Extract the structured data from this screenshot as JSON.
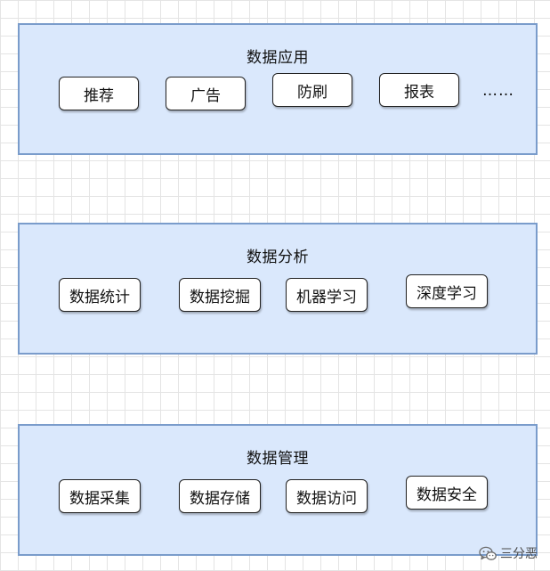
{
  "layers": [
    {
      "title": "数据应用",
      "nodes": [
        "推荐",
        "广告",
        "防刷",
        "报表"
      ],
      "more": "……"
    },
    {
      "title": "数据分析",
      "nodes": [
        "数据统计",
        "数据挖掘",
        "机器学习",
        "深度学习"
      ]
    },
    {
      "title": "数据管理",
      "nodes": [
        "数据采集",
        "数据存储",
        "数据访问",
        "数据安全"
      ]
    }
  ],
  "watermark": {
    "text": "三分恶",
    "icon": "wechat-icon"
  },
  "colors": {
    "layer_fill": "#dae8fc",
    "layer_border": "#7a9ccb",
    "node_fill": "#ffffff",
    "node_border": "#222222",
    "grid": "#e4e4e4"
  }
}
